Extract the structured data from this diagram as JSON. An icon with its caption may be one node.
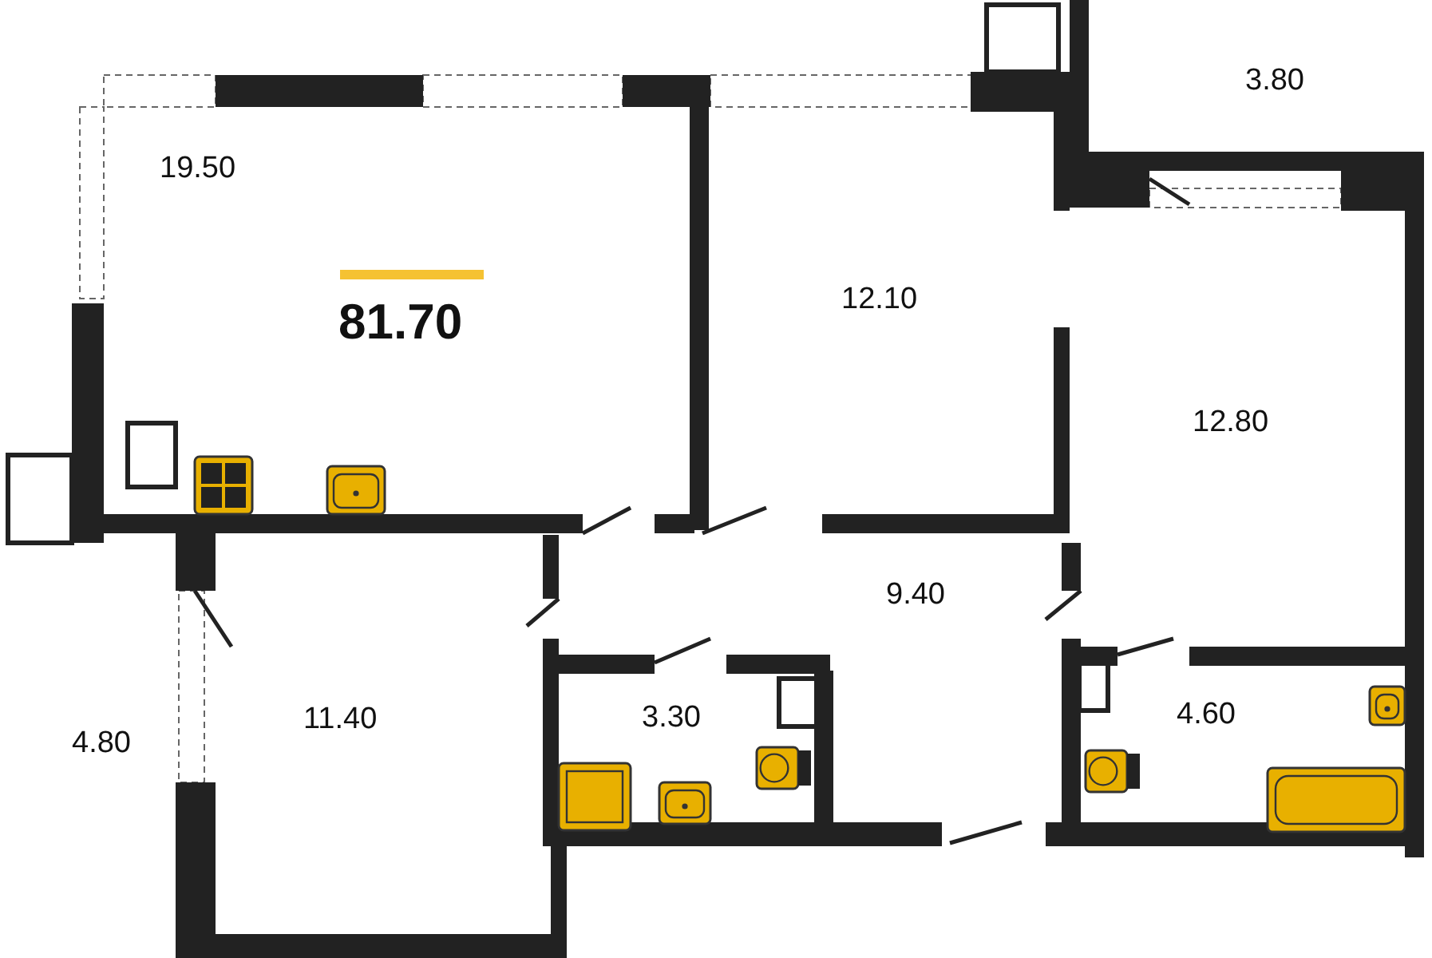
{
  "diagram": {
    "nodes": [
      {
        "text": [
          "19.50"
        ]
      },
      {
        "text": [
          "12.10"
        ]
      },
      {
        "text": [
          "3.80"
        ]
      },
      {
        "text": [
          "12.80"
        ]
      },
      {
        "text": [
          "9.40"
        ]
      },
      {
        "text": [
          "4.80"
        ]
      },
      {
        "text": [
          "11.40"
        ]
      },
      {
        "text": [
          "3.30"
        ]
      },
      {
        "text": [
          "4.60"
        ]
      }
    ],
    "edges": [],
    "labels": [
      "81.70"
    ]
  }
}
